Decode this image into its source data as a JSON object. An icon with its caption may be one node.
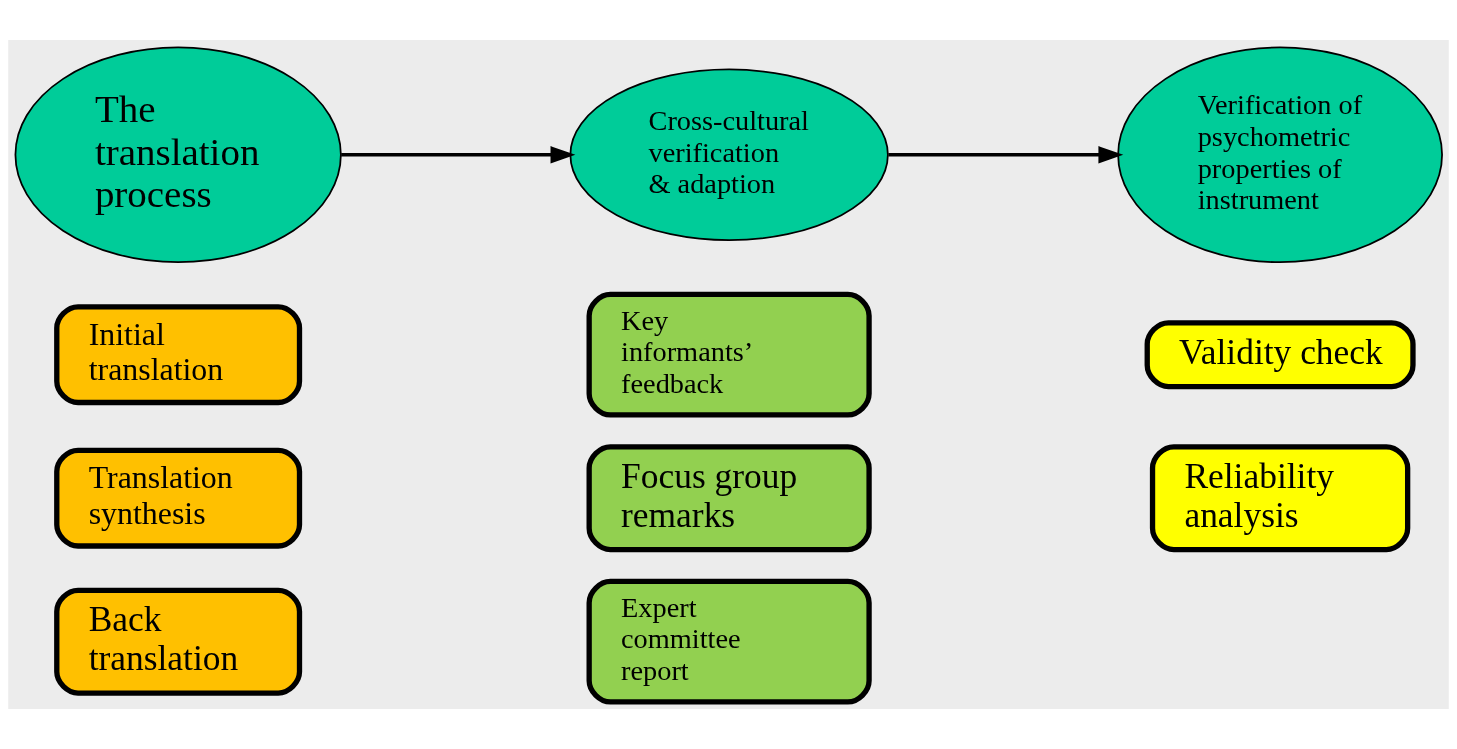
{
  "diagram": {
    "nodes": [
      {
        "text": [
          "The translation process"
        ]
      },
      {
        "text": [
          "Initial translation"
        ]
      },
      {
        "text": [
          "Translation synthesis"
        ]
      },
      {
        "text": [
          "Back translation"
        ]
      },
      {
        "text": [
          "Cross-cultural verification & adaption"
        ]
      },
      {
        "text": [
          "Key informants’ feedback"
        ]
      },
      {
        "text": [
          "Focus group remarks"
        ]
      },
      {
        "text": [
          "Expert committee report"
        ]
      },
      {
        "text": [
          "Verification of psychometric properties of instrument"
        ]
      },
      {
        "text": [
          "Validity check"
        ]
      },
      {
        "text": [
          "Reliability analysis"
        ]
      }
    ],
    "edges": [
      {
        "from": 0,
        "to": 4,
        "arrow": "to"
      },
      {
        "from": 4,
        "to": 8,
        "arrow": "to"
      }
    ]
  }
}
